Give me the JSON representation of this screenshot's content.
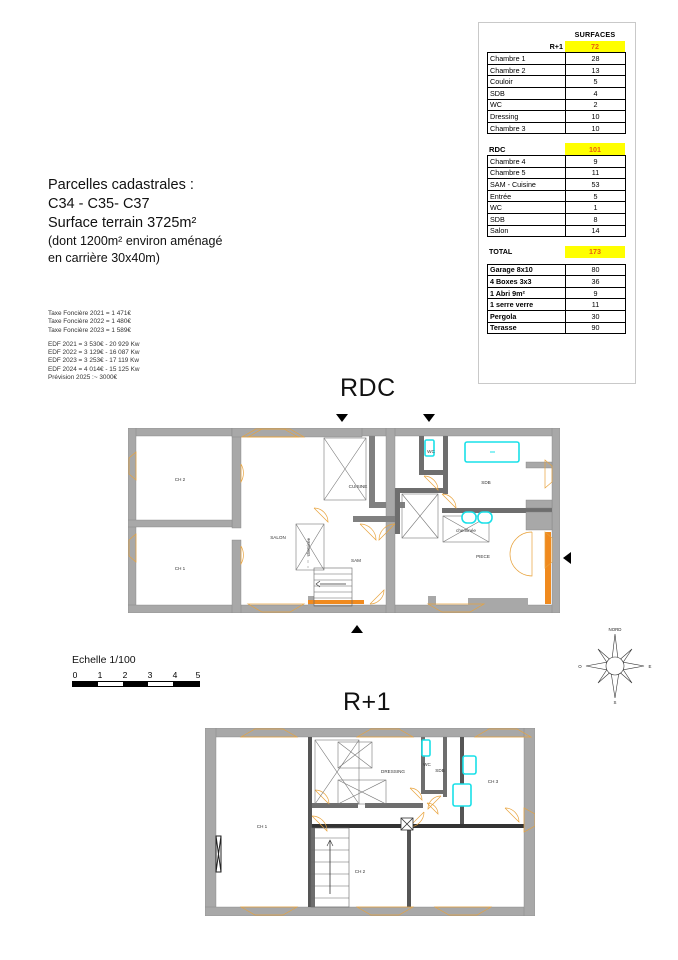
{
  "surfaces_table": {
    "header": "SURFACES",
    "groups": [
      {
        "name": "R+1",
        "total": "72",
        "rows": [
          {
            "label": "Chambre 1",
            "value": "28"
          },
          {
            "label": "Chambre 2",
            "value": "13"
          },
          {
            "label": "Couloir",
            "value": "5"
          },
          {
            "label": "SDB",
            "value": "4"
          },
          {
            "label": "WC",
            "value": "2"
          },
          {
            "label": "Dressing",
            "value": "10"
          },
          {
            "label": "Chambre 3",
            "value": "10"
          }
        ]
      },
      {
        "name": "RDC",
        "total": "101",
        "rows": [
          {
            "label": "Chambre 4",
            "value": "9"
          },
          {
            "label": "Chambre 5",
            "value": "11"
          },
          {
            "label": "SAM - Cuisine",
            "value": "53"
          },
          {
            "label": "Entrée",
            "value": "5"
          },
          {
            "label": "WC",
            "value": "1"
          },
          {
            "label": "SDB",
            "value": "8"
          },
          {
            "label": "Salon",
            "value": "14"
          }
        ]
      }
    ],
    "total_label": "TOTAL",
    "total_value": "173",
    "annexes": [
      {
        "label": "Garage 8x10",
        "value": "80"
      },
      {
        "label": "4 Boxes 3x3",
        "value": "36"
      },
      {
        "label": "1 Abri 9m²",
        "value": "9"
      },
      {
        "label": "1 serre verre",
        "value": "11"
      },
      {
        "label": "Pergola",
        "value": "30"
      },
      {
        "label": "Terasse",
        "value": "90"
      }
    ],
    "highlight_color": "#ffff00",
    "highlight_text_color": "#e8620c"
  },
  "cadastre": {
    "line1": "Parcelles cadastrales :",
    "line2": "C34 - C35- C37",
    "line3": "Surface terrain 3725m²",
    "line4": "(dont 1200m² environ aménagé",
    "line5": "en carrière 30x40m)"
  },
  "utilities": {
    "taxes": [
      "Taxe Foncière 2021 = 1 471€",
      "Taxe Foncière 2022 = 1 480€",
      "Taxe Foncière 2023 = 1 589€"
    ],
    "edf": [
      "EDF 2021 = 3 530€  -  20 929 Kw",
      "EDF 2022 = 3 129€  -  16 087 Kw",
      "EDF 2023 = 3 253€  -  17 119 Kw",
      "EDF 2024 = 4 014€  -  15 125 Kw"
    ],
    "forecast": "Prévision 2025 :~ 3000€"
  },
  "plans": {
    "rdc": {
      "title": "RDC",
      "rooms": [
        {
          "name": "CH 2"
        },
        {
          "name": "CH 1"
        },
        {
          "name": "SALON"
        },
        {
          "name": "CUISINE"
        },
        {
          "name": "SAM"
        },
        {
          "name": "WC"
        },
        {
          "name": "SDB"
        },
        {
          "name": "PIECE"
        },
        {
          "name": "cheminée"
        },
        {
          "name": "cheminée"
        }
      ]
    },
    "r1": {
      "title": "R+1",
      "rooms": [
        {
          "name": "CH 1"
        },
        {
          "name": "DRESSING"
        },
        {
          "name": "CH 2"
        },
        {
          "name": "WC"
        },
        {
          "name": "SDB"
        },
        {
          "name": "CH 3"
        }
      ]
    }
  },
  "scale": {
    "label": "Echelle 1/100",
    "ticks": [
      "0",
      "1",
      "2",
      "3",
      "4",
      "5"
    ]
  },
  "compass": {
    "north": "NORD",
    "west": "O",
    "east": "E",
    "south": "S"
  },
  "colors": {
    "wall": "#a8a8a8",
    "wall_dark": "#6e6e6e",
    "door_swing": "#e8a33d",
    "fixture_cyan": "#19e0e8",
    "accent_orange": "#f08a1e"
  }
}
